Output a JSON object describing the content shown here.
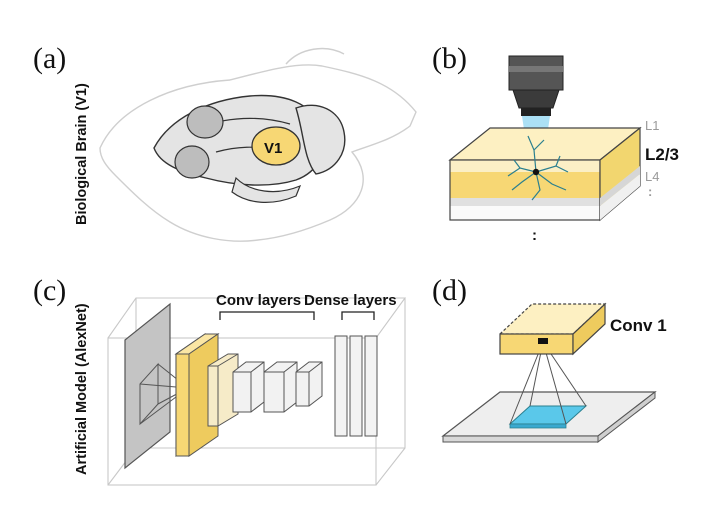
{
  "panels": {
    "a": "(a)",
    "b": "(b)",
    "c": "(c)",
    "d": "(d)"
  },
  "side_labels": {
    "top": "Biological Brain (V1)",
    "bottom": "Artificial Model (AlexNet)"
  },
  "brain": {
    "region_label": "V1"
  },
  "cortex": {
    "layers": [
      "L1",
      "L2/3",
      "L4",
      ":"
    ],
    "dots_below": ":"
  },
  "alexnet": {
    "conv_label": "Conv layers",
    "dense_label": "Dense layers"
  },
  "conv1": {
    "label": "Conv 1"
  },
  "colors": {
    "yellow": "#f7d774",
    "cyan": "#5ac8ea",
    "grey": "#c9c9c9",
    "dark": "#444444"
  }
}
